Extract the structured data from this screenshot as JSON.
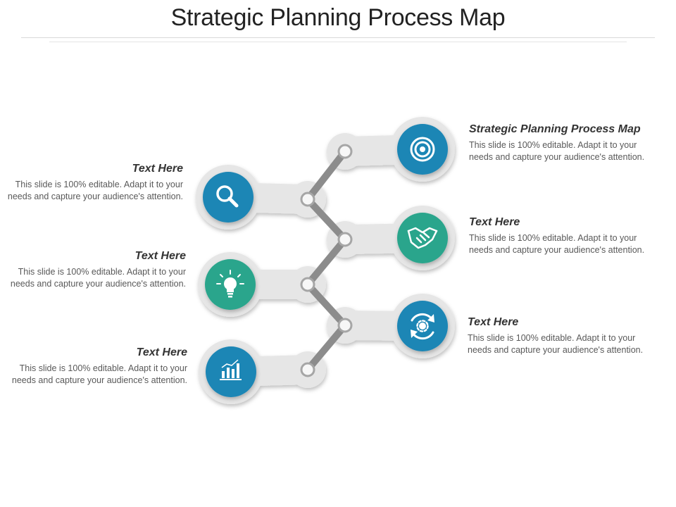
{
  "title": "Strategic Planning Process Map",
  "colors": {
    "blue": "#1f86b5",
    "teal": "#2aa58c",
    "connector": "#8f8f8f",
    "track": "#e6e6e6"
  },
  "left_items": [
    {
      "heading": "Text Here",
      "text": "This slide is 100% editable. Adapt it to your needs and capture your audience's attention.",
      "icon": "search-icon",
      "color": "blue"
    },
    {
      "heading": "Text Here",
      "text": "This slide is 100% editable. Adapt it to your needs and capture your audience's attention.",
      "icon": "lightbulb-icon",
      "color": "teal"
    },
    {
      "heading": "Text Here",
      "text": "This slide is 100% editable. Adapt it to your needs and capture your audience's attention.",
      "icon": "bar-chart-icon",
      "color": "blue"
    }
  ],
  "right_items": [
    {
      "heading": "Strategic Planning Process Map",
      "text": "This slide is 100% editable. Adapt it to your needs and capture your audience's attention.",
      "icon": "target-icon",
      "color": "blue"
    },
    {
      "heading": "Text Here",
      "text": "This slide is 100% editable. Adapt it to your needs and capture your audience's attention.",
      "icon": "handshake-icon",
      "color": "teal"
    },
    {
      "heading": "Text Here",
      "text": "This slide is 100% editable. Adapt it to your needs and capture your audience's attention.",
      "icon": "refresh-gear-icon",
      "color": "blue"
    }
  ]
}
